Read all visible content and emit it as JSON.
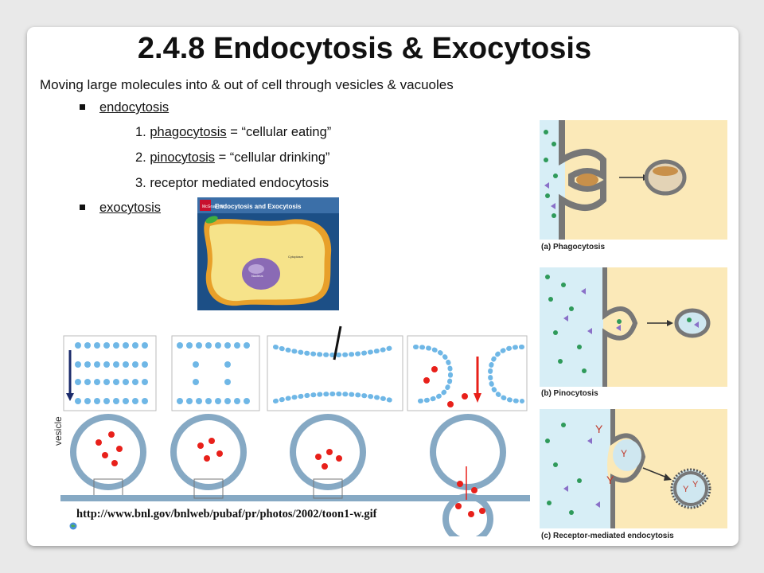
{
  "title": "2.4.8 Endocytosis & Exocytosis",
  "subtitle": "Moving large molecules into & out of cell through vesicles & vacuoles",
  "bullets": {
    "endocytosis": "endocytosis",
    "exocytosis": "exocytosis"
  },
  "subitems": [
    {
      "num": "1. ",
      "term": "phagocytosis",
      "rest": " = “cellular eating”"
    },
    {
      "num": "2. ",
      "term": "pinocytosis",
      "rest": " = “cellular drinking”"
    },
    {
      "num": "3. ",
      "term": "receptor mediated endocytosis",
      "rest": ""
    }
  ],
  "inset": {
    "header": "Endocytosis and Exocytosis",
    "cytoplasm": "Cytoplasm",
    "nucleus": "Nucleus",
    "logo": "McGraw Hill"
  },
  "figure_labels": {
    "a": "(a) Phagocytosis",
    "b": "(b) Pinocytosis",
    "c": "(c) Receptor-mediated endocytosis"
  },
  "bottom_figure": {
    "vesicle_label": "vesicle",
    "url": "http://www.bnl.gov/bnlweb/pubaf/pr/photos/2002/toon1-w.gif"
  }
}
